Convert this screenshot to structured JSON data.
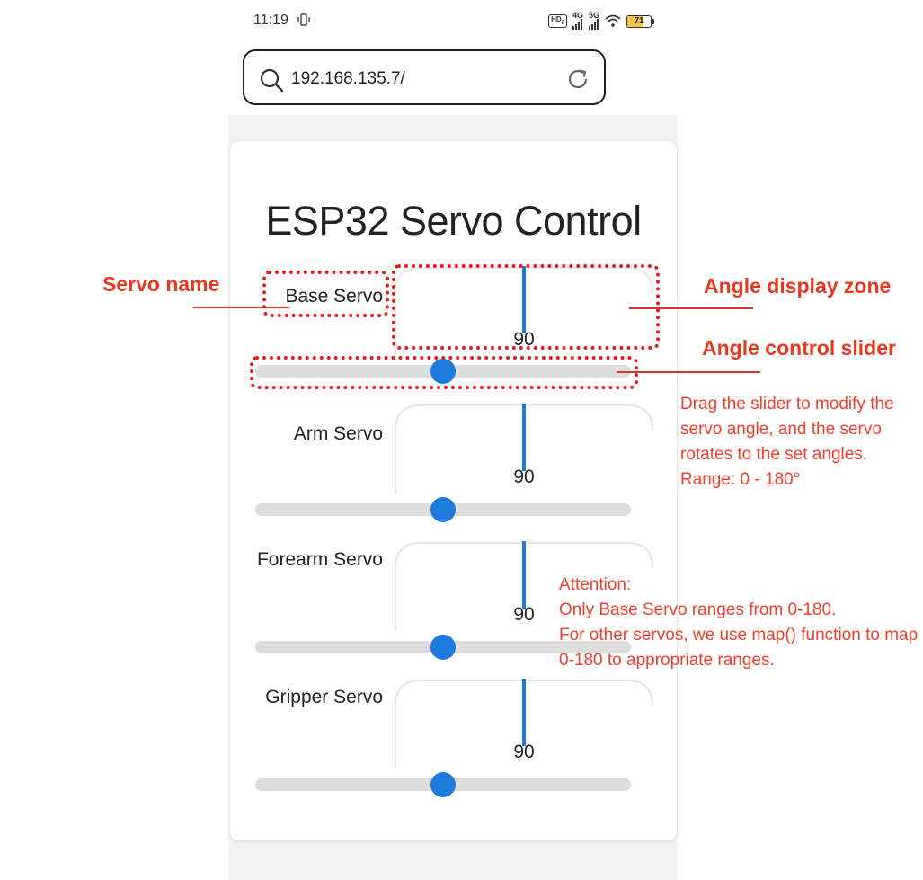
{
  "status_bar": {
    "time": "11:19",
    "vibrate_icon": "vibrate-icon",
    "hd_label": "HD",
    "hd_sub": "2",
    "net1": "4G",
    "net2": "5G",
    "battery": {
      "level": 71,
      "label": "71"
    }
  },
  "browser": {
    "url": "192.168.135.7/",
    "search_icon": "search-icon",
    "reload_icon": "reload-icon"
  },
  "page": {
    "title": "ESP32 Servo Control",
    "servos": [
      {
        "name": "Base Servo",
        "value": "90",
        "angle": 90
      },
      {
        "name": "Arm Servo",
        "value": "90",
        "angle": 90
      },
      {
        "name": "Forearm Servo",
        "value": "90",
        "angle": 90
      },
      {
        "name": "Gripper Servo",
        "value": "90",
        "angle": 90
      }
    ],
    "slider_range": {
      "min": 0,
      "max": 180
    }
  },
  "annotations": {
    "servo_name": "Servo name",
    "angle_display_zone": "Angle display zone",
    "angle_control_slider": "Angle control slider",
    "drag_note": "Drag the slider to modify the servo angle, and the servo rotates to the set angles.",
    "range_note": "Range: 0 - 180°",
    "attention_title": "Attention:",
    "attention_line1": "Only Base Servo ranges from 0-180.",
    "attention_line2": "For other servos, we use map() function to map 0-180 to appropriate ranges.",
    "color": "#e8391f"
  },
  "colors": {
    "accent": "#1f7ae0",
    "track": "#dddddd",
    "annotation_red": "#e51c1c"
  }
}
